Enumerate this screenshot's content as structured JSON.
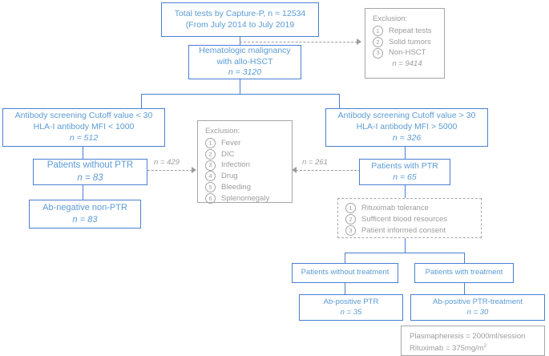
{
  "diagram": {
    "title": "CONSORT-style patient flow diagram",
    "colors": {
      "node_border": "#4a7fd4",
      "node_text": "#5b9bd5",
      "gray_border": "#a6a6a6",
      "gray_text": "#9d9d9d",
      "background": "#ffffff"
    }
  },
  "nodes": {
    "total_tests": {
      "line1": "Total tests by Capture-P, n = 12534",
      "line2": "(From July 2014 to July 2019"
    },
    "hematologic": {
      "line1": "Hematologic malignancy",
      "line2": "with allo-HSCT",
      "line3": "n = 3120"
    },
    "screen_low": {
      "line1": "Antibody screening Cutoff value < 30",
      "line2": "HLA-I antibody MFI < 1000",
      "line3": "n = 512"
    },
    "screen_high": {
      "line1": "Antibody screening Cutoff value > 30",
      "line2": "HLA-I antibody MFI > 5000",
      "line3": "n = 326"
    },
    "without_ptr": {
      "line1": "Patients without PTR",
      "line2": "n = 83"
    },
    "with_ptr": {
      "line1": "Patients with PTR",
      "line2": "n = 65"
    },
    "ab_negative_non_ptr": {
      "line1": "Ab-negative non-PTR",
      "line2": "n = 83"
    },
    "patients_without_treatment": {
      "line1": "Patients without treatment"
    },
    "patients_with_treatment": {
      "line1": "Patients with treatment"
    },
    "ab_positive_ptr": {
      "line1": "Ab-positive PTR",
      "line2": "n = 35"
    },
    "ab_positive_ptr_treatment": {
      "line1": "Ab-positive PTR-treatment",
      "line2": "n = 30"
    }
  },
  "exclusion_top": {
    "header": "Exclusion:",
    "items": [
      "Repeat tests",
      "Solid tumors",
      "Non-HSCT"
    ],
    "count": "n = 9414"
  },
  "exclusion_middle": {
    "header": "Exclusion:",
    "items": [
      "Fever",
      "DIC",
      "Infection",
      "Drug",
      "Bleeding",
      "Splenomegaly"
    ]
  },
  "criteria_box": {
    "items": [
      "Rituximab tolerance",
      "Sufficent blood resources",
      "Patient informed consent"
    ]
  },
  "dose_note": {
    "line1": "Plasmapheresis = 2000ml/session",
    "line2": "Rituximab = 375mg/m",
    "line2_sup": "2"
  },
  "arrow_labels": {
    "left": "n = 429",
    "right": "n = 261"
  },
  "circled_numbers": [
    "1",
    "2",
    "3",
    "4",
    "5",
    "6"
  ]
}
